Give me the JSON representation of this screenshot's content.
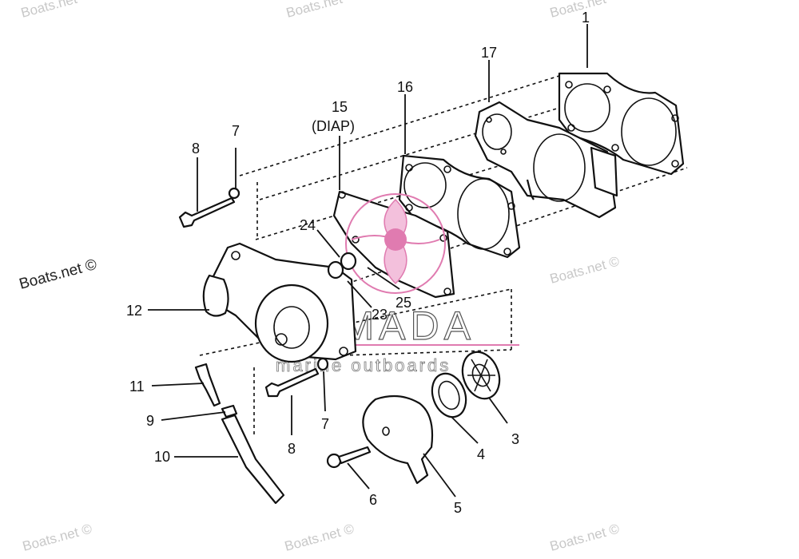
{
  "watermarks": [
    "Boats.net",
    "Boats.net",
    "Boats.net",
    "Boats.net ©",
    "Boats.net ©",
    "Boats.net ©",
    "Boats.net ©",
    "Boats.net ©",
    "Boats.net ©"
  ],
  "brand": {
    "name": "ARMADA",
    "tagline": "marine outboards",
    "accent": "#e07bb0"
  },
  "callouts": {
    "c1": "1",
    "c17": "17",
    "c16": "16",
    "c15": "15",
    "c15b": "(DIAP)",
    "c7a": "7",
    "c8a": "8",
    "c24": "24",
    "c25": "25",
    "c23": "23",
    "c12": "12",
    "c11": "11",
    "c9": "9",
    "c10": "10",
    "c8b": "8",
    "c7b": "7",
    "c6": "6",
    "c5": "5",
    "c4": "4",
    "c3": "3"
  }
}
